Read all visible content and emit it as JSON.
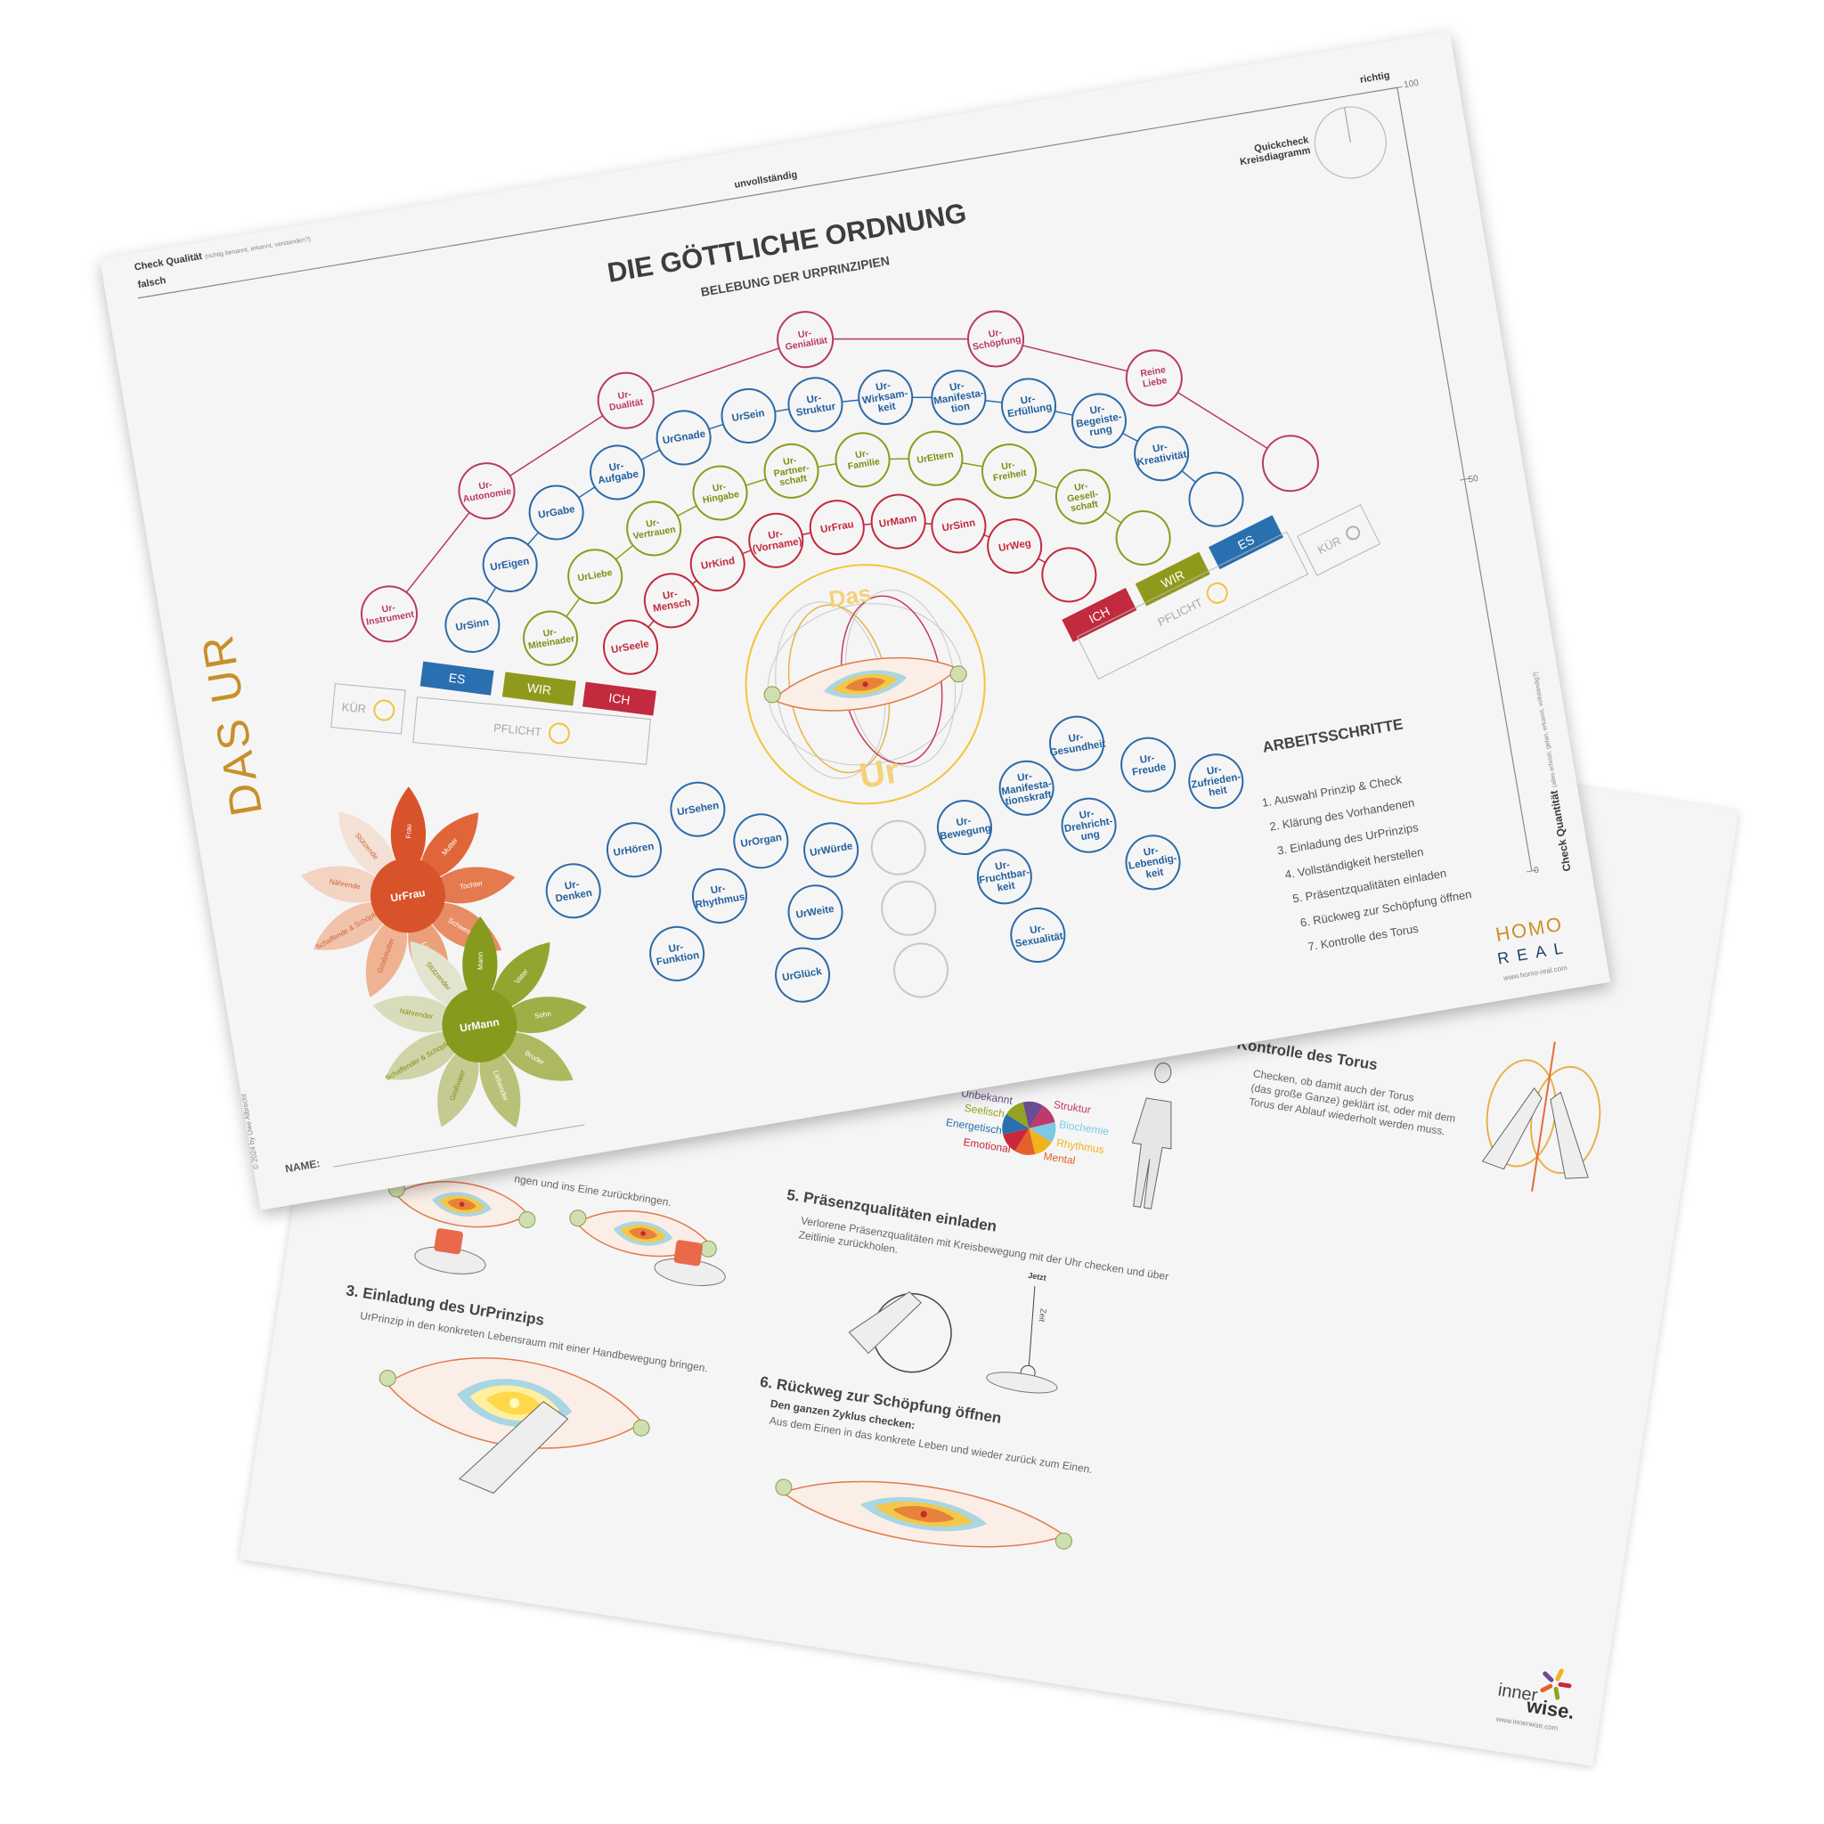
{
  "sheet_front": {
    "check_quality": {
      "label": "Check Qualität",
      "hint": "(richtig benannt, erkannt, verstanden?)",
      "falsch": "falsch",
      "unvollstaendig": "unvollständig",
      "richtig": "richtig"
    },
    "scale": {
      "top": "100",
      "mid": "50",
      "bottom": "0"
    },
    "quickcheck": {
      "line1": "Quickcheck",
      "line2": "Kreisdiagramm"
    },
    "title": "DIE GÖTTLICHE ORDNUNG",
    "subtitle": "BELEBUNG DER URPRINZIPIEN",
    "side_title": "DAS UR",
    "center": {
      "top": "Das",
      "bottom": "Ur"
    },
    "arcs": {
      "outer": [
        "Ur-\nInstrument",
        "Ur-\nAutonomie",
        "Ur-\nDualität",
        "Ur-\nGenialität",
        "Ur-\nSchöpfung",
        "Reine\nLiebe",
        ""
      ],
      "blue": [
        "UrSinn",
        "UrEigen",
        "UrGabe",
        "Ur-\nAufgabe",
        "UrGnade",
        "UrSein",
        "Ur-\nStruktur",
        "Ur-\nWirksam-\nkeit",
        "Ur-\nManifesta-\ntion",
        "Ur-\nErfüllung",
        "Ur-\nBegeiste-\nrung",
        "Ur-\nKreativität",
        ""
      ],
      "green": [
        "Ur-\nMiteinader",
        "UrLiebe",
        "Ur-\nVertrauen",
        "Ur-\nHingabe",
        "Ur-\nPartner-\nschaft",
        "Ur-\nFamilie",
        "UrEltern",
        "Ur-\nFreiheit",
        "Ur-\nGesell-\nschaft",
        ""
      ],
      "red": [
        "UrSeele",
        "Ur-\nMensch",
        "UrKind",
        "Ur-\n(Vorname)",
        "UrFrau",
        "UrMann",
        "UrSinn",
        "UrWeg",
        ""
      ]
    },
    "bottom_circles": [
      "Ur-\nDenken",
      "UrHören",
      "UrSehen",
      "Ur-\nFunktion",
      "Ur-\nRhythmus",
      "UrOrgan",
      "UrGlück",
      "UrWeite",
      "UrWürde",
      "Ur-\nBewegung",
      "Ur-\nManifesta-\ntionskraft",
      "Ur-\nGesundheit",
      "Ur-\nFreude",
      "Ur-\nZufrieden-\nheit",
      "Ur-\nDrehricht-\nung",
      "Ur-\nFruchtbar-\nkeit",
      "Ur-\nLebendig-\nkeit",
      "Ur-\nSexualität"
    ],
    "left_group": {
      "es": "ES",
      "wir": "WIR",
      "ich": "ICH",
      "kuer": "KÜR",
      "pflicht": "PFLICHT"
    },
    "right_group": {
      "es": "ES",
      "wir": "WIR",
      "ich": "ICH",
      "kuer": "KÜR",
      "pflicht": "PFLICHT"
    },
    "flowers": [
      {
        "center": "UrFrau",
        "petals": [
          "Frau",
          "Mutter",
          "Tochter",
          "Schwester",
          "Liebende",
          "Großmutter",
          "Schaffende & Schöpfende",
          "Nährende",
          "Stützende"
        ]
      },
      {
        "center": "UrMann",
        "petals": [
          "Mann",
          "Vater",
          "Sohn",
          "Bruder",
          "Liebender",
          "Großvater",
          "Schaffender & Schöpfender",
          "Nährender",
          "Stützender"
        ]
      }
    ],
    "steps_title": "ARBEITSSCHRITTE",
    "steps": [
      "1.  Auswahl Prinzip & Check",
      "2.  Klärung des Vorhandenen",
      "3.  Einladung des UrPrinzips",
      "4.  Vollständigkeit herstellen",
      "5.  Präsentzqualitäten einladen",
      "6.  Rückweg zur Schöpfung öffnen",
      "7.  Kontrolle des Torus"
    ],
    "check_quantity": {
      "label": "Check Quantität",
      "hint": "(alles erfasst, getan, erkannt, vollständig?)"
    },
    "logo": {
      "line1": "HOMO",
      "line2": "REAL",
      "url": "www.homo-real.com"
    },
    "copyright": "© 2024 by Uwe Albrecht",
    "name_label": "NAME:"
  },
  "sheet_back": {
    "fragment_text": "ngen und ins Eine zurückbringen.",
    "step3": {
      "heading": "3. Einladung des UrPrinzips",
      "text": "UrPrinzip in den konkreten Lebensraum mit einer Handbewegung bringen."
    },
    "step5": {
      "heading": "5. Präsenzqualitäten einladen",
      "text": "Verlorene Präsenzqualitäten mit Kreisbewegung mit der Uhr checken und über\nZeitlinie zurückholen.",
      "timeline_top": "Jetzt",
      "timeline_label": "Zeit"
    },
    "step6": {
      "heading": "6. Rückweg zur Schöpfung öffnen",
      "subheading": "Den ganzen Zyklus checken:",
      "text": "Aus dem Einen in das konkrete Leben und wieder zurück zum Einen."
    },
    "step7": {
      "heading": "Kontrolle des Torus",
      "text": "Checken, ob damit auch der Torus\n(das große Ganze) geklärt ist, oder mit dem\nTorus der Ablauf wiederholt werden muss."
    },
    "qualities": [
      {
        "label": "Unbekannt",
        "color": "#6a4c93"
      },
      {
        "label": "Struktur",
        "color": "#c0396b"
      },
      {
        "label": "Biochemie",
        "color": "#7ec8e3"
      },
      {
        "label": "Rhythmus",
        "color": "#f2b21b"
      },
      {
        "label": "Mental",
        "color": "#e2622a"
      },
      {
        "label": "Emotional",
        "color": "#c8283a"
      },
      {
        "label": "Energetisch",
        "color": "#2a6faf"
      },
      {
        "label": "Seelisch",
        "color": "#94a21f"
      }
    ],
    "logo": {
      "line1": "inner",
      "line2": "wise.",
      "url": "www.innerwise.com"
    }
  },
  "colors": {
    "outer": "#b9386a",
    "blue": "#2c6aa8",
    "green": "#8f9a1c",
    "red": "#c22a3d",
    "gold": "#c8902a",
    "orange": "#e0592a",
    "olive": "#8f9a1c"
  }
}
